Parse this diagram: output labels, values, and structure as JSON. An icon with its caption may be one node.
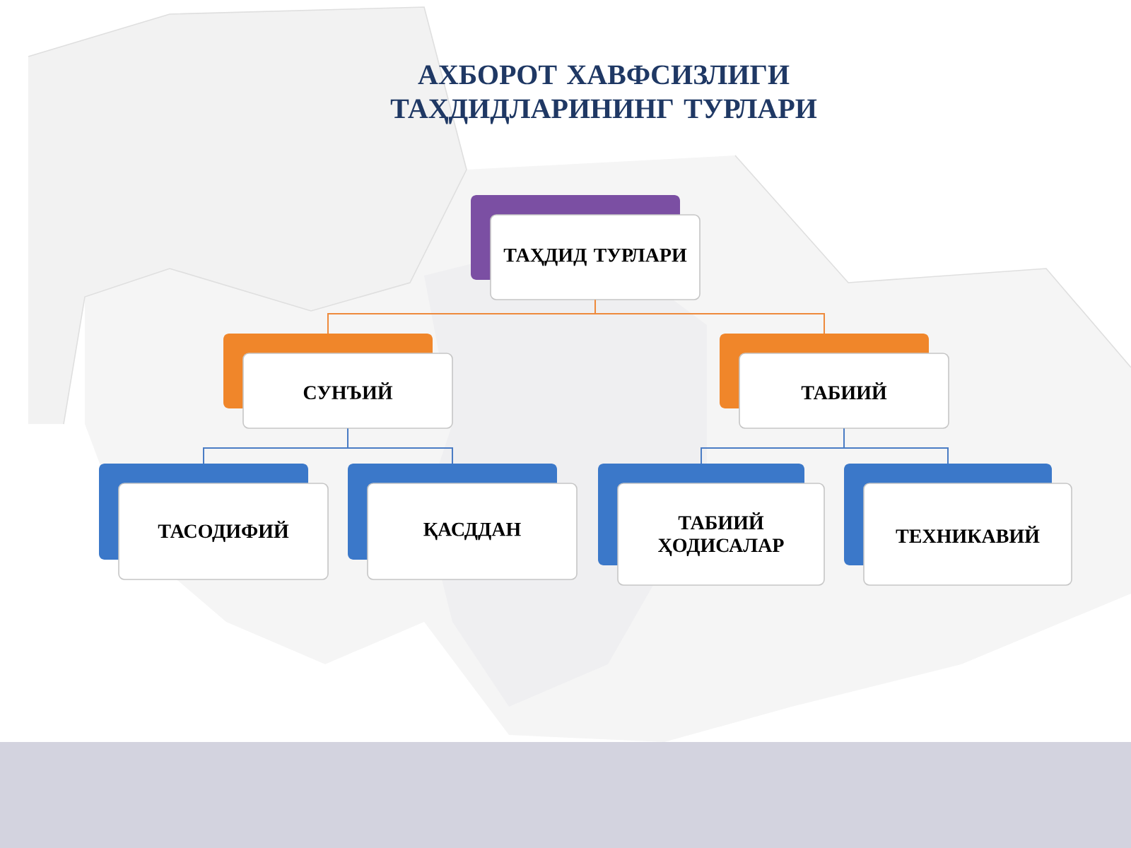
{
  "diagram": {
    "title": "АХБОРОТ ХАВФСИЗЛИГИ ТАҲДИДЛАРИНИНГ ТУРЛАРИ",
    "nodes": [
      {
        "text": [
          "ТАҲДИД ТУРЛАРИ"
        ]
      },
      {
        "text": [
          "СУНЪИЙ"
        ]
      },
      {
        "text": [
          "ТАБИИЙ"
        ]
      },
      {
        "text": [
          "ТАСОДИФИЙ"
        ]
      },
      {
        "text": [
          "ҚАСДДАН"
        ]
      },
      {
        "text": [
          "ТАБИИЙ ҲОДИСАЛАР"
        ]
      },
      {
        "text": [
          "ТЕХНИКАВИЙ"
        ]
      }
    ],
    "edges": [
      {
        "from": 0,
        "to": 1,
        "arrow": "none",
        "color": "#ee8a3c"
      },
      {
        "from": 0,
        "to": 2,
        "arrow": "none",
        "color": "#ee8a3c"
      },
      {
        "from": 1,
        "to": 3,
        "arrow": "none"
      },
      {
        "from": 1,
        "to": 4,
        "arrow": "none"
      },
      {
        "from": 2,
        "to": 5,
        "arrow": "none"
      },
      {
        "from": 2,
        "to": 6,
        "arrow": "none"
      }
    ]
  }
}
